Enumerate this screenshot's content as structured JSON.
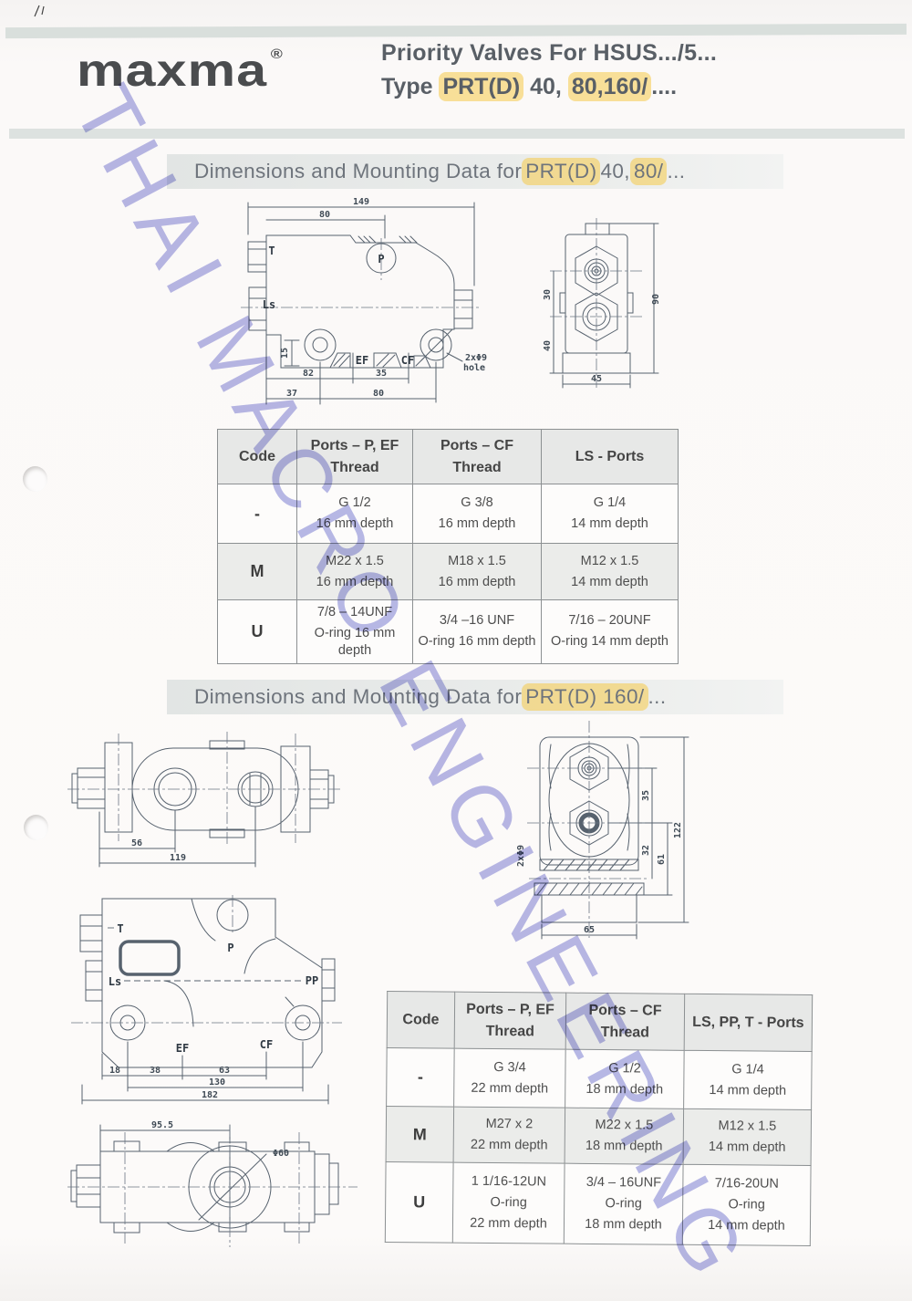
{
  "page": {
    "brand": "maxma",
    "brand_reg": "®",
    "watermark": "THAI MACRO ENGINEERING",
    "highlight_color": "#f5cb48",
    "watermark_color": "#7e80d5",
    "title": {
      "line1": "Priority Valves For HSUS.../5...",
      "line2_parts": [
        {
          "t": "Type ",
          "h": false
        },
        {
          "t": "PRT(D)",
          "h": true
        },
        {
          "t": " 40, ",
          "h": false
        },
        {
          "t": "80,160/",
          "h": true
        },
        {
          "t": "....",
          "h": false
        }
      ]
    }
  },
  "sections": {
    "s1": {
      "heading_parts": [
        {
          "t": "Dimensions and Mounting Data for ",
          "h": false
        },
        {
          "t": "PRT(D)",
          "h": true
        },
        {
          "t": " 40,",
          "h": false
        },
        {
          "t": "80/",
          "h": true
        },
        {
          "t": "...",
          "h": false
        }
      ]
    },
    "s2": {
      "heading_parts": [
        {
          "t": "Dimensions and Mounting Data for ",
          "h": false
        },
        {
          "t": "PRT(D) 160/",
          "h": true
        },
        {
          "t": "...",
          "h": false
        }
      ]
    }
  },
  "tables": [
    {
      "id": "t1",
      "col_headers": [
        [
          "Code"
        ],
        [
          "Ports – P, EF",
          "Thread"
        ],
        [
          "Ports – CF",
          "Thread"
        ],
        [
          "LS - Ports"
        ]
      ],
      "rows": [
        {
          "code": "-",
          "shaded": false,
          "cells": [
            [
              "G 1/2",
              "16 mm depth"
            ],
            [
              "G 3/8",
              "16 mm depth"
            ],
            [
              "G 1/4",
              "14 mm depth"
            ]
          ]
        },
        {
          "code": "M",
          "shaded": true,
          "cells": [
            [
              "M22 x 1.5",
              "16 mm depth"
            ],
            [
              "M18 x 1.5",
              "16 mm depth"
            ],
            [
              "M12 x 1.5",
              "14 mm depth"
            ]
          ]
        },
        {
          "code": "U",
          "shaded": false,
          "cells": [
            [
              "7/8 – 14UNF",
              "O-ring  16 mm depth"
            ],
            [
              "3/4 –16 UNF",
              "O-ring  16 mm depth"
            ],
            [
              "7/16 – 20UNF",
              "O-ring 14 mm depth"
            ]
          ]
        }
      ]
    },
    {
      "id": "t2",
      "col_headers": [
        [
          "Code"
        ],
        [
          "Ports – P, EF",
          "Thread"
        ],
        [
          "Ports – CF",
          "Thread"
        ],
        [
          "LS, PP, T - Ports"
        ]
      ],
      "rows": [
        {
          "code": "-",
          "shaded": false,
          "cells": [
            [
              "G 3/4",
              "22 mm depth"
            ],
            [
              "G 1/2",
              "18 mm depth"
            ],
            [
              "G 1/4",
              "14 mm depth"
            ]
          ]
        },
        {
          "code": "M",
          "shaded": true,
          "cells": [
            [
              "M27 x 2",
              "22 mm depth"
            ],
            [
              "M22 x 1.5",
              "18 mm depth"
            ],
            [
              "M12 x 1.5",
              "14 mm depth"
            ]
          ]
        },
        {
          "code": "U",
          "shaded": false,
          "cells": [
            [
              "1 1/16-12UN",
              "O-ring",
              "22 mm depth"
            ],
            [
              "3/4 – 16UNF",
              "O-ring",
              "18 mm depth"
            ],
            [
              "7/16-20UN",
              "O-ring",
              "14 mm depth"
            ]
          ]
        }
      ]
    }
  ],
  "drawings": {
    "side40": {
      "dims": {
        "d149": "149",
        "d80": "80",
        "d15": "15",
        "d82": "82",
        "d35": "35",
        "d37": "37",
        "d80b": "80"
      },
      "ports": {
        "t": "T",
        "ls": "Ls",
        "p": "P",
        "ef": "EF",
        "cf": "CF"
      },
      "note1": "2xΦ9",
      "note2": "hole"
    },
    "end40": {
      "dims": {
        "d30": "30",
        "d40": "40",
        "d90": "90",
        "d45": "45"
      }
    },
    "top160": {
      "dims": {
        "d56": "56",
        "d119": "119"
      }
    },
    "end160": {
      "dims": {
        "d35": "35",
        "d32": "32",
        "d61": "61",
        "d122": "122",
        "d65": "65"
      },
      "note": "2xΦ9"
    },
    "side160": {
      "dims": {
        "d18": "18",
        "d38": "38",
        "d63": "63",
        "d130": "130",
        "d182": "182"
      },
      "ports": {
        "t": "T",
        "ls": "Ls",
        "p": "P",
        "pp": "PP",
        "ef": "EF",
        "cf": "CF"
      }
    },
    "bottom160": {
      "dims": {
        "d955": "95.5",
        "dd60": "Φ60"
      }
    }
  }
}
